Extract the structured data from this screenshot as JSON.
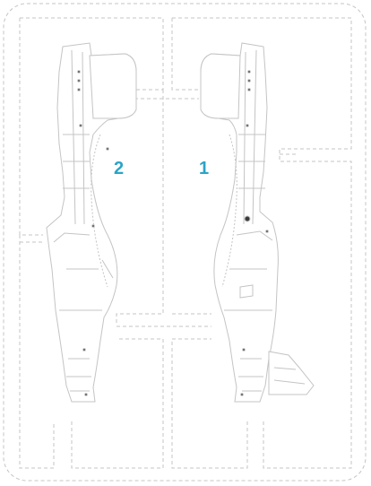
{
  "parts": [
    {
      "id": "part-2",
      "number": "2"
    },
    {
      "id": "part-1",
      "number": "1"
    }
  ],
  "colors": {
    "label": "#2aa4c8",
    "outline": "#3a3a3a",
    "sprue": "#c4c4c4",
    "fill": "#ffffff"
  }
}
